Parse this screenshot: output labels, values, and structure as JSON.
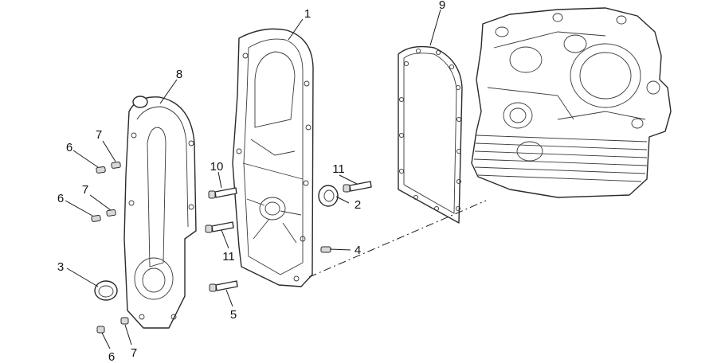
{
  "diagram": {
    "callouts": [
      {
        "id": "c1",
        "label": "1"
      },
      {
        "id": "c2",
        "label": "2"
      },
      {
        "id": "c3",
        "label": "3"
      },
      {
        "id": "c4",
        "label": "4"
      },
      {
        "id": "c5",
        "label": "5"
      },
      {
        "id": "c6a",
        "label": "6"
      },
      {
        "id": "c6b",
        "label": "6"
      },
      {
        "id": "c6c",
        "label": "6"
      },
      {
        "id": "c7a",
        "label": "7"
      },
      {
        "id": "c7b",
        "label": "7"
      },
      {
        "id": "c7c",
        "label": "7"
      },
      {
        "id": "c8",
        "label": "8"
      },
      {
        "id": "c9",
        "label": "9"
      },
      {
        "id": "c10",
        "label": "10"
      },
      {
        "id": "c11a",
        "label": "11"
      },
      {
        "id": "c11b",
        "label": "11"
      }
    ]
  }
}
